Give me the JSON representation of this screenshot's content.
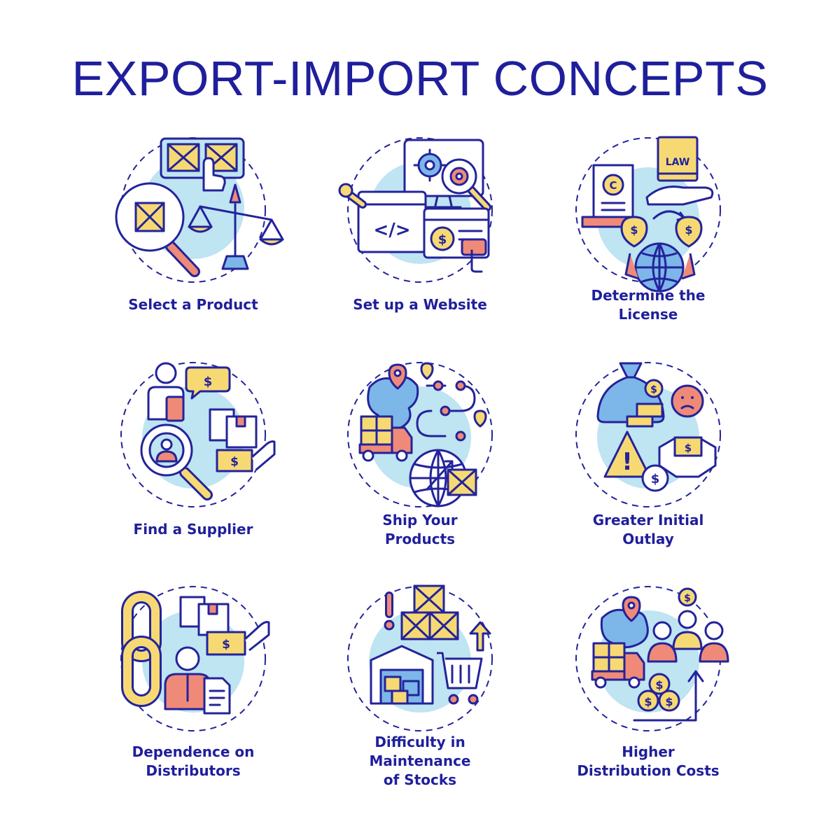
{
  "title": "EXPORT-IMPORT CONCEPTS",
  "colors": {
    "title": "#1f1f9c",
    "outline": "#23239b",
    "yellow": "#f7d974",
    "light_blue": "#bfe4f2",
    "blue": "#7db6e8",
    "salmon": "#f08a78",
    "white": "#ffffff"
  },
  "icon_text": {
    "law": "LAW",
    "copyright": "C",
    "dollar": "$",
    "exclamation": "!",
    "code": "</>"
  },
  "concepts": [
    {
      "label": "Select a Product",
      "icon": "scale-box-magnifier-icon"
    },
    {
      "label": "Set up a Website",
      "icon": "website-gear-icon"
    },
    {
      "label": "Determine the\nLicense",
      "icon": "law-license-icon"
    },
    {
      "label": "Find a Supplier",
      "icon": "supplier-search-icon"
    },
    {
      "label": "Ship Your\nProducts",
      "icon": "shipping-route-icon"
    },
    {
      "label": "Greater Initial\nOutlay",
      "icon": "money-bag-warning-icon"
    },
    {
      "label": "Dependence on\nDistributors",
      "icon": "chain-distributor-icon"
    },
    {
      "label": "Difficulty in\nMaintenance\nof Stocks",
      "icon": "warehouse-stock-icon"
    },
    {
      "label": "Higher\nDistribution Costs",
      "icon": "distribution-costs-icon"
    }
  ]
}
